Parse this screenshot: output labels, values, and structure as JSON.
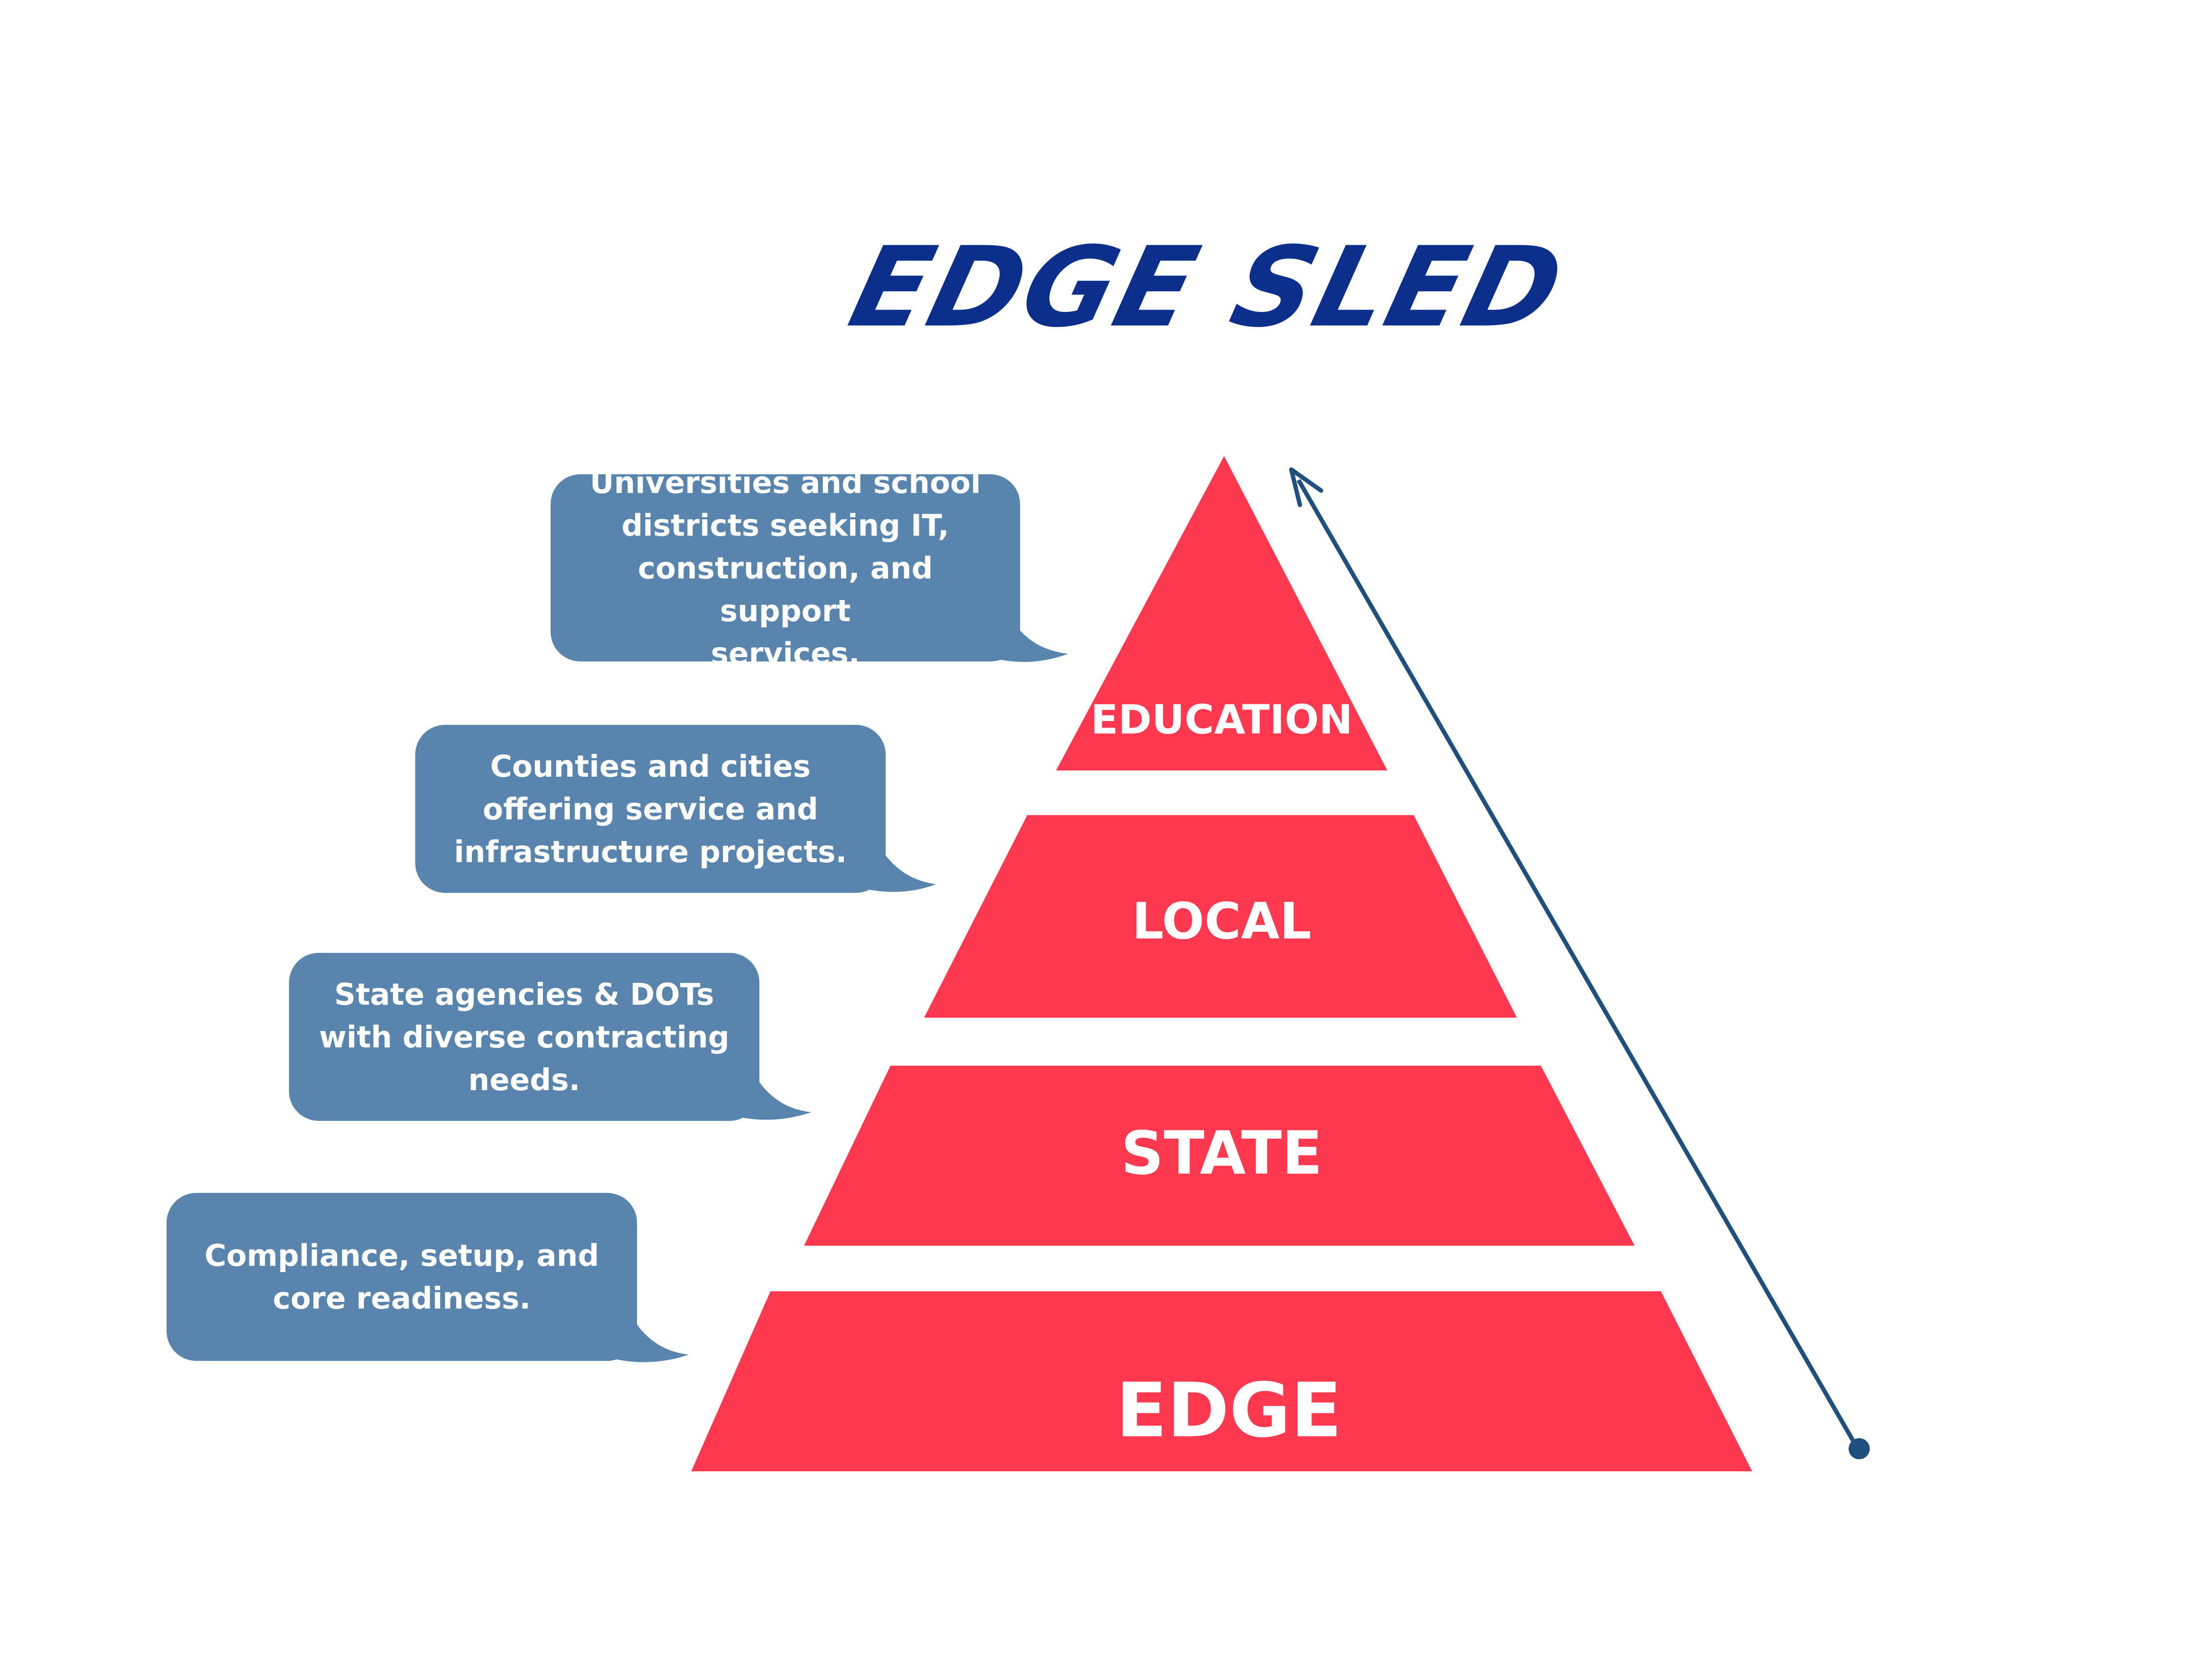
{
  "title": "EDGE SLED",
  "tiers": [
    {
      "label": "EDUCATION"
    },
    {
      "label": "LOCAL"
    },
    {
      "label": "STATE"
    },
    {
      "label": "EDGE"
    }
  ],
  "callouts": [
    {
      "text": "Universities and school\ndistricts seeking IT,\nconstruction, and support\nservices."
    },
    {
      "text": "Counties and cities\noffering service and\ninfrastructure projects."
    },
    {
      "text": "State agencies & DOTs\nwith diverse contracting\nneeds."
    },
    {
      "text": "Compliance, setup, and\ncore readiness."
    }
  ],
  "colors": {
    "title": "#0b2f8a",
    "tier_fill": "#fe394f",
    "tier_text": "#ffffff",
    "callout_fill": "#5884ad",
    "callout_text": "#ffffff",
    "arrow": "#1f4f7c"
  }
}
